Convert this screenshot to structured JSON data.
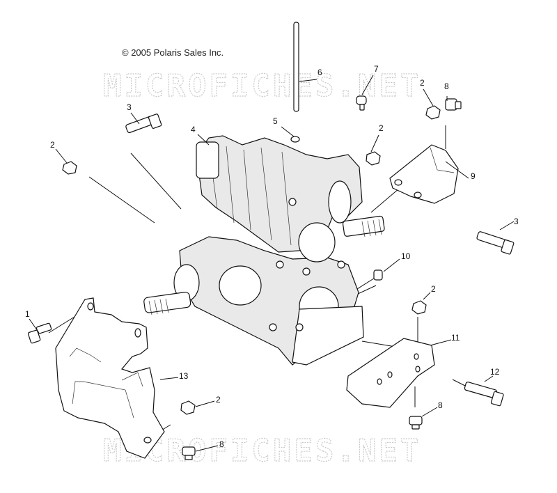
{
  "copyright": "© 2005 Polaris Sales Inc.",
  "watermark": "MICROFICHES.NET",
  "callouts": {
    "c1": "1",
    "c2a": "2",
    "c2b": "2",
    "c2c": "2",
    "c2d": "2",
    "c2e": "2",
    "c3a": "3",
    "c3b": "3",
    "c4": "4",
    "c5": "5",
    "c6": "6",
    "c7": "7",
    "c8a": "8",
    "c8b": "8",
    "c8c": "8",
    "c9": "9",
    "c10": "10",
    "c11": "11",
    "c12": "12",
    "c13": "13"
  }
}
